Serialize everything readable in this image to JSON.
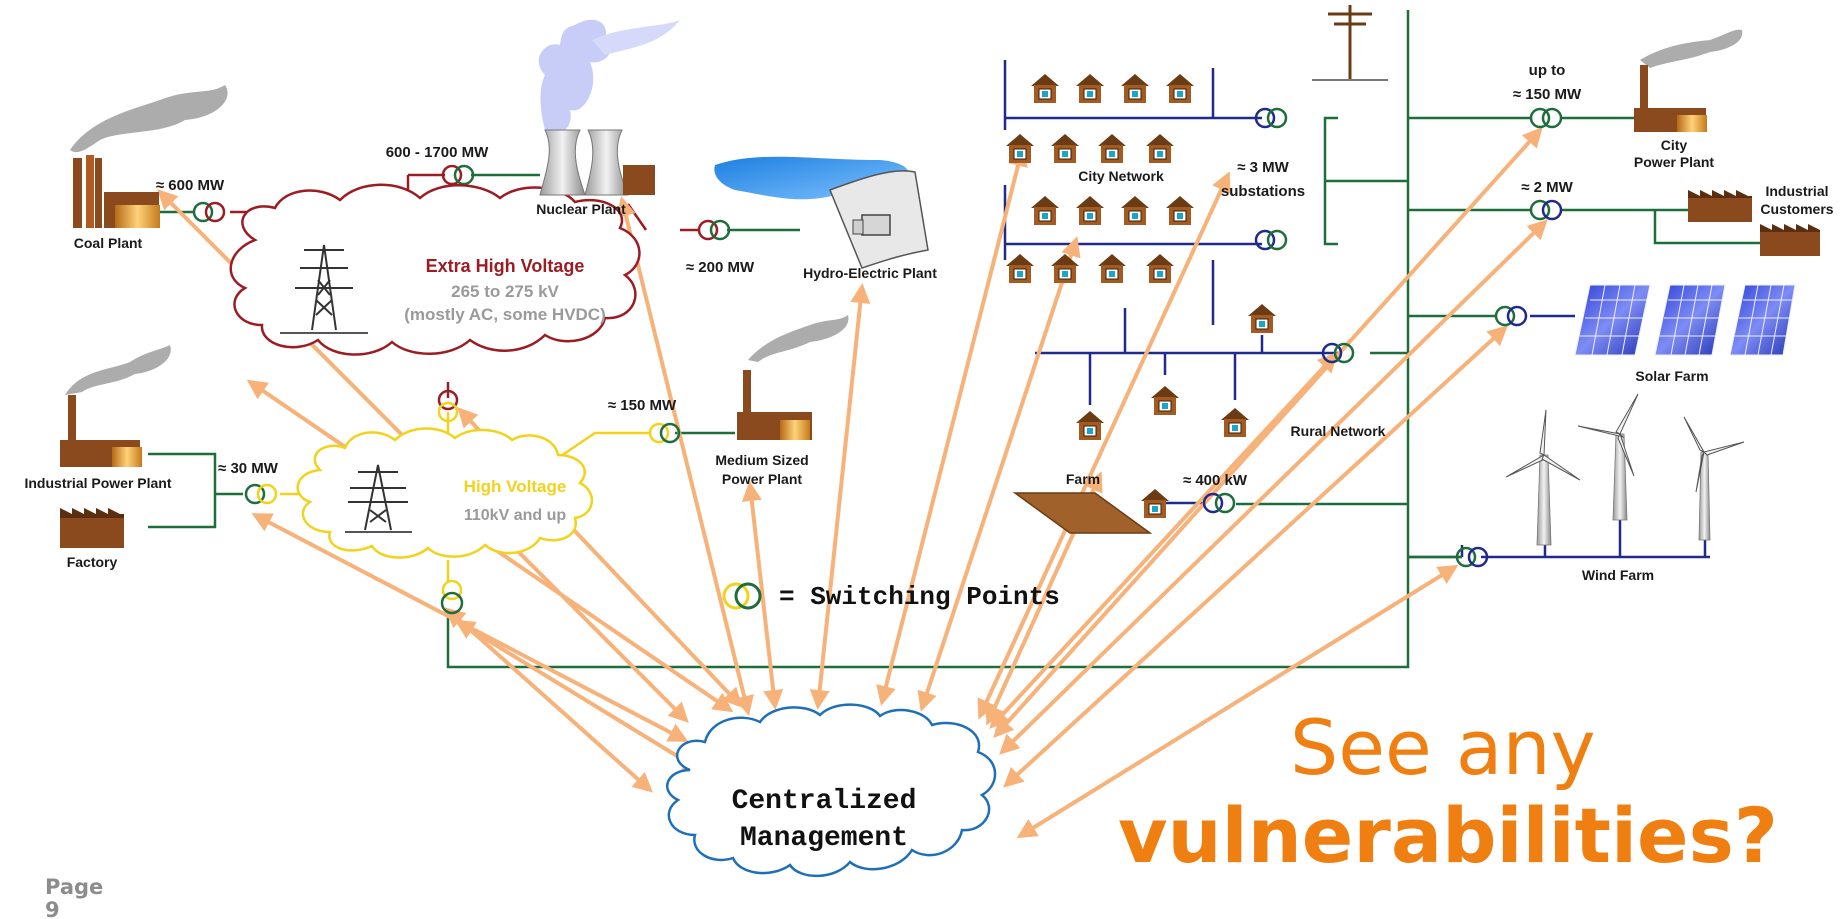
{
  "plants": {
    "coal": "Coal Plant",
    "nuclear": "Nuclear Plant",
    "hydro": "Hydro-Electric Plant",
    "industrial_power": "Industrial Power Plant",
    "factory": "Factory",
    "medium_line1": "Medium Sized",
    "medium_line2": "Power Plant",
    "city_power_line1": "City",
    "city_power_line2": "Power Plant",
    "industrial_customers_line1": "Industrial",
    "industrial_customers_line2": "Customers",
    "solar_farm": "Solar Farm",
    "wind_farm": "Wind Farm",
    "farm": "Farm"
  },
  "networks": {
    "city": "City Network",
    "rural": "Rural Network",
    "substations_value": "≈ 3  MW",
    "substations_label": "substations"
  },
  "clouds": {
    "ehv_title": "Extra High Voltage",
    "ehv_range": "265 to 275 kV",
    "ehv_note": "(mostly AC, some HVDC)",
    "hv_title": "High Voltage",
    "hv_range": "110kV and up",
    "central_line1": "Centralized",
    "central_line2": "Management"
  },
  "power": {
    "coal": "≈ 600  MW",
    "nuclear": "600 - 1700  MW",
    "hydro": "≈ 200  MW",
    "medium": "≈ 150  MW",
    "industrial": "≈ 30 MW",
    "city_plant_line1": "up to",
    "city_plant_line2": "≈ 150  MW",
    "customers": "≈ 2  MW",
    "farm": "≈ 400 kW"
  },
  "legend": {
    "switching_points": "= Switching Points"
  },
  "callout": {
    "line1": "See any",
    "line2": "vulnerabilities?"
  },
  "footer": {
    "page_label": "Page",
    "page_number": "9"
  },
  "colors": {
    "ehv": "#9b1c23",
    "hv": "#f2d21b",
    "green": "#1e6e3c",
    "navy": "#1f2a8c",
    "arrow": "#f7b27a",
    "central": "#1f6fb8",
    "accent": "#f07f12",
    "brown": "#8b4a1e"
  }
}
